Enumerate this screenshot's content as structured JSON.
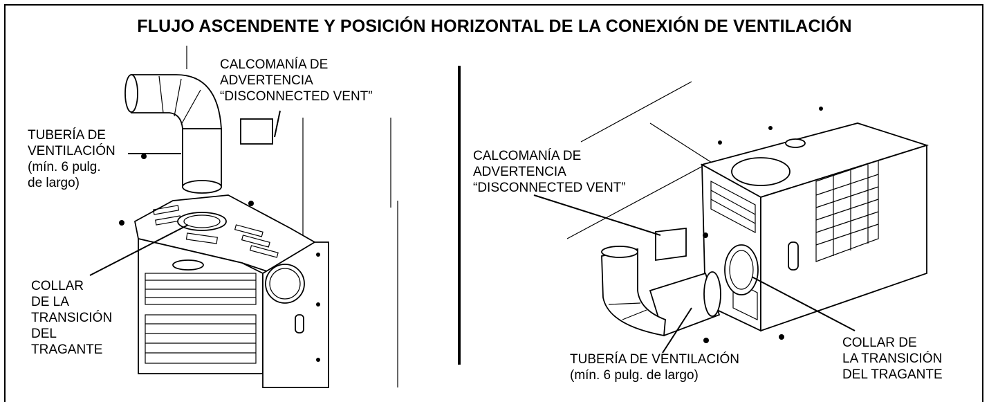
{
  "title": "FLUJO ASCENDENTE Y POSICIÓN HORIZONTAL DE LA CONEXIÓN DE VENTILACIÓN",
  "left_panel": {
    "decal_label": [
      "CALCOMANÍA DE",
      "ADVERTENCIA",
      "“DISCONNECTED VENT”"
    ],
    "pipe_label": [
      "TUBERÍA DE",
      "VENTILACIÓN",
      "(mín. 6 pulg.",
      "de largo)"
    ],
    "collar_label": [
      "COLLAR",
      "DE LA",
      "TRANSICIÓN",
      "DEL",
      "TRAGANTE"
    ]
  },
  "right_panel": {
    "decal_label": [
      "CALCOMANÍA DE",
      "ADVERTENCIA",
      "“DISCONNECTED VENT”"
    ],
    "pipe_label": [
      "TUBERÍA DE VENTILACIÓN",
      "(mín. 6 pulg. de largo)"
    ],
    "collar_label": [
      "COLLAR DE",
      "LA TRANSICIÓN",
      "DEL TRAGANTE"
    ]
  }
}
